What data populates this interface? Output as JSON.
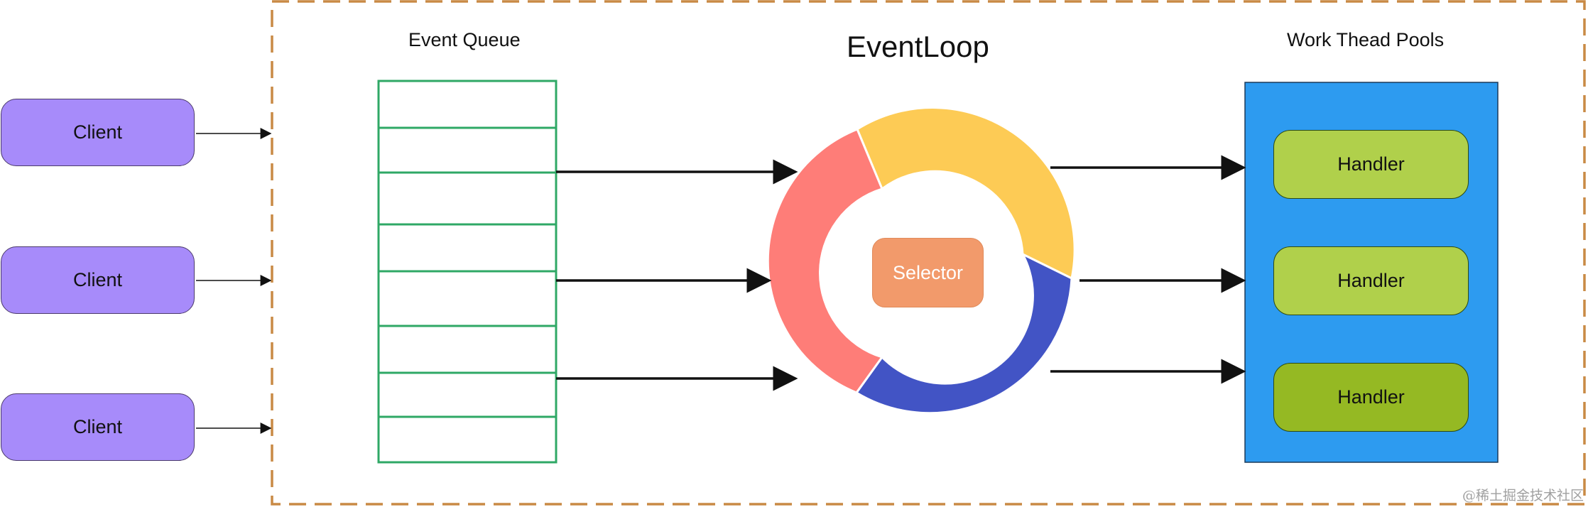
{
  "event_queue": {
    "title": "Event Queue",
    "slot_count": 8
  },
  "event_loop": {
    "title": "EventLoop",
    "selector_label": "Selector"
  },
  "work_pool": {
    "title": "Work Thead Pools"
  },
  "clients": [
    {
      "label": "Client"
    },
    {
      "label": "Client"
    },
    {
      "label": "Client"
    }
  ],
  "handlers": [
    {
      "label": "Handler",
      "color": "#b0d04b"
    },
    {
      "label": "Handler",
      "color": "#b0d04b"
    },
    {
      "label": "Handler",
      "color": "#95b923"
    }
  ],
  "colors": {
    "client_fill": "#a78bfa",
    "queue_stroke": "#2fa866",
    "pool_fill": "#2d9bf0",
    "ring_yellow": "#fdcb55",
    "ring_blue": "#4254c5",
    "ring_red": "#fe7d78",
    "selector_fill": "#f29a6b",
    "boundary": "#c98a45"
  },
  "watermark": "@稀土掘金技术社区"
}
